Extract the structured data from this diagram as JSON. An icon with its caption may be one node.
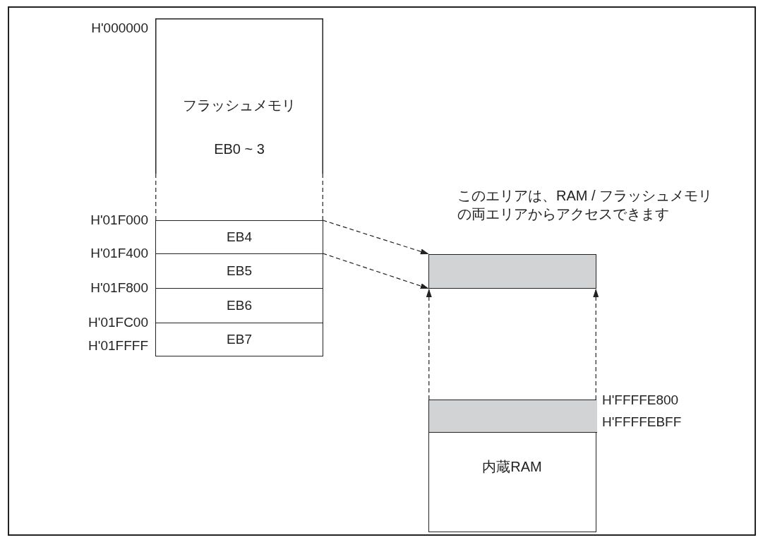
{
  "diagram": {
    "nodes": [
      {
        "text": [
          "フラッシュメモリ",
          "EB0 ~ 3"
        ]
      },
      {
        "text": [
          "EB4"
        ]
      },
      {
        "text": [
          "EB5"
        ]
      },
      {
        "text": [
          "EB6"
        ]
      },
      {
        "text": [
          "EB7"
        ]
      },
      {
        "text": [],
        "shape": "box"
      },
      {
        "text": [
          "内蔵RAM"
        ]
      },
      {
        "text": [],
        "shape": "box",
        "in": 6
      }
    ],
    "edges": [
      {
        "from": 1,
        "to": 5,
        "arrow": "to",
        "style": "dashed"
      },
      {
        "from": 2,
        "to": 5,
        "arrow": "to",
        "style": "dashed"
      },
      {
        "from": 7,
        "to": 5,
        "arrow": "to",
        "style": "dashed"
      },
      {
        "from": 7,
        "to": 5,
        "arrow": "to",
        "style": "dashed"
      }
    ],
    "labels": [
      "H'000000",
      "このエリアは、RAM / フラッシュメモリの両エリアからアクセスできます",
      "H'01F000",
      "H'01F400",
      "H'01F800",
      "H'01FC00",
      "H'01FFFF",
      "H'FFFFE800",
      "H'FFFFEBFF"
    ]
  }
}
